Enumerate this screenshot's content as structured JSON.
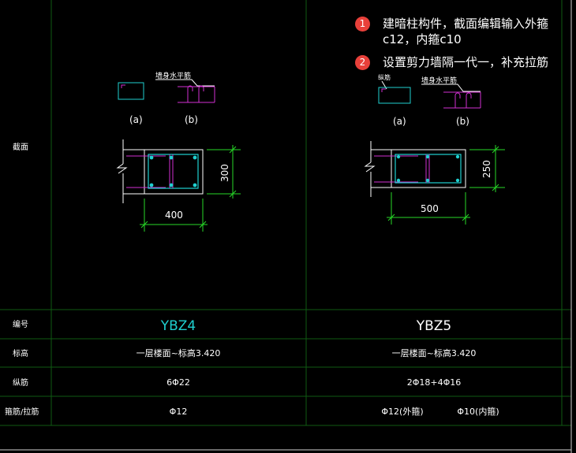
{
  "table": {
    "labels": {
      "section": "截面",
      "id": "编号",
      "elevation": "标高",
      "longitudinal": "纵筋",
      "stirrup": "箍筋/拉筋"
    },
    "columns": [
      {
        "id": "YBZ4",
        "elevation": "一层楼面~标高3.420",
        "longitudinal": "6Φ22",
        "stirrup": "Φ12",
        "detail": {
          "wall_label": "墙身水平筋",
          "sub_a": "(a)",
          "sub_b": "(b)",
          "width_dim": "400",
          "height_dim": "300"
        }
      },
      {
        "id": "YBZ5",
        "elevation": "一层楼面~标高3.420",
        "longitudinal": "2Φ18+4Φ16",
        "stirrup_outer": "Φ12(外箍)",
        "stirrup_inner": "Φ10(内箍)",
        "detail": {
          "wall_label": "墙身水平筋",
          "extra_label": "纵筋",
          "sub_a": "(a)",
          "sub_b": "(b)",
          "width_dim": "500",
          "height_dim": "250"
        }
      }
    ]
  },
  "notes": [
    {
      "num": "1",
      "text": "建暗柱构件，截面编辑输入外箍c12，内箍c10"
    },
    {
      "num": "2",
      "text": "设置剪力墙隔一代一，补充拉筋"
    }
  ],
  "colors": {
    "grid": "#0f5a12",
    "white": "#ffffff",
    "cyan": "#1fd0d0",
    "magenta": "#d22fd2",
    "green": "#27d827",
    "badge": "#e8403a"
  }
}
